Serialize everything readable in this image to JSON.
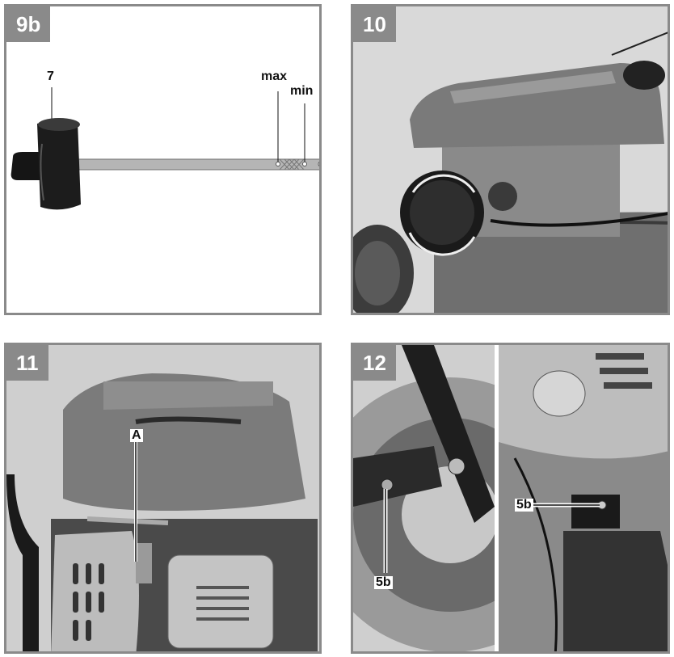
{
  "panels": [
    {
      "number": "9b",
      "labels": {
        "cap": "7",
        "max": "max",
        "min": "min"
      }
    },
    {
      "number": "10"
    },
    {
      "number": "11",
      "labels": {
        "a": "A"
      }
    },
    {
      "number": "12",
      "labels": {
        "left_bolt": "5b",
        "right_bolt": "5b"
      }
    }
  ],
  "colors": {
    "frame": "#8a8a8a",
    "badge_text": "#ffffff"
  }
}
